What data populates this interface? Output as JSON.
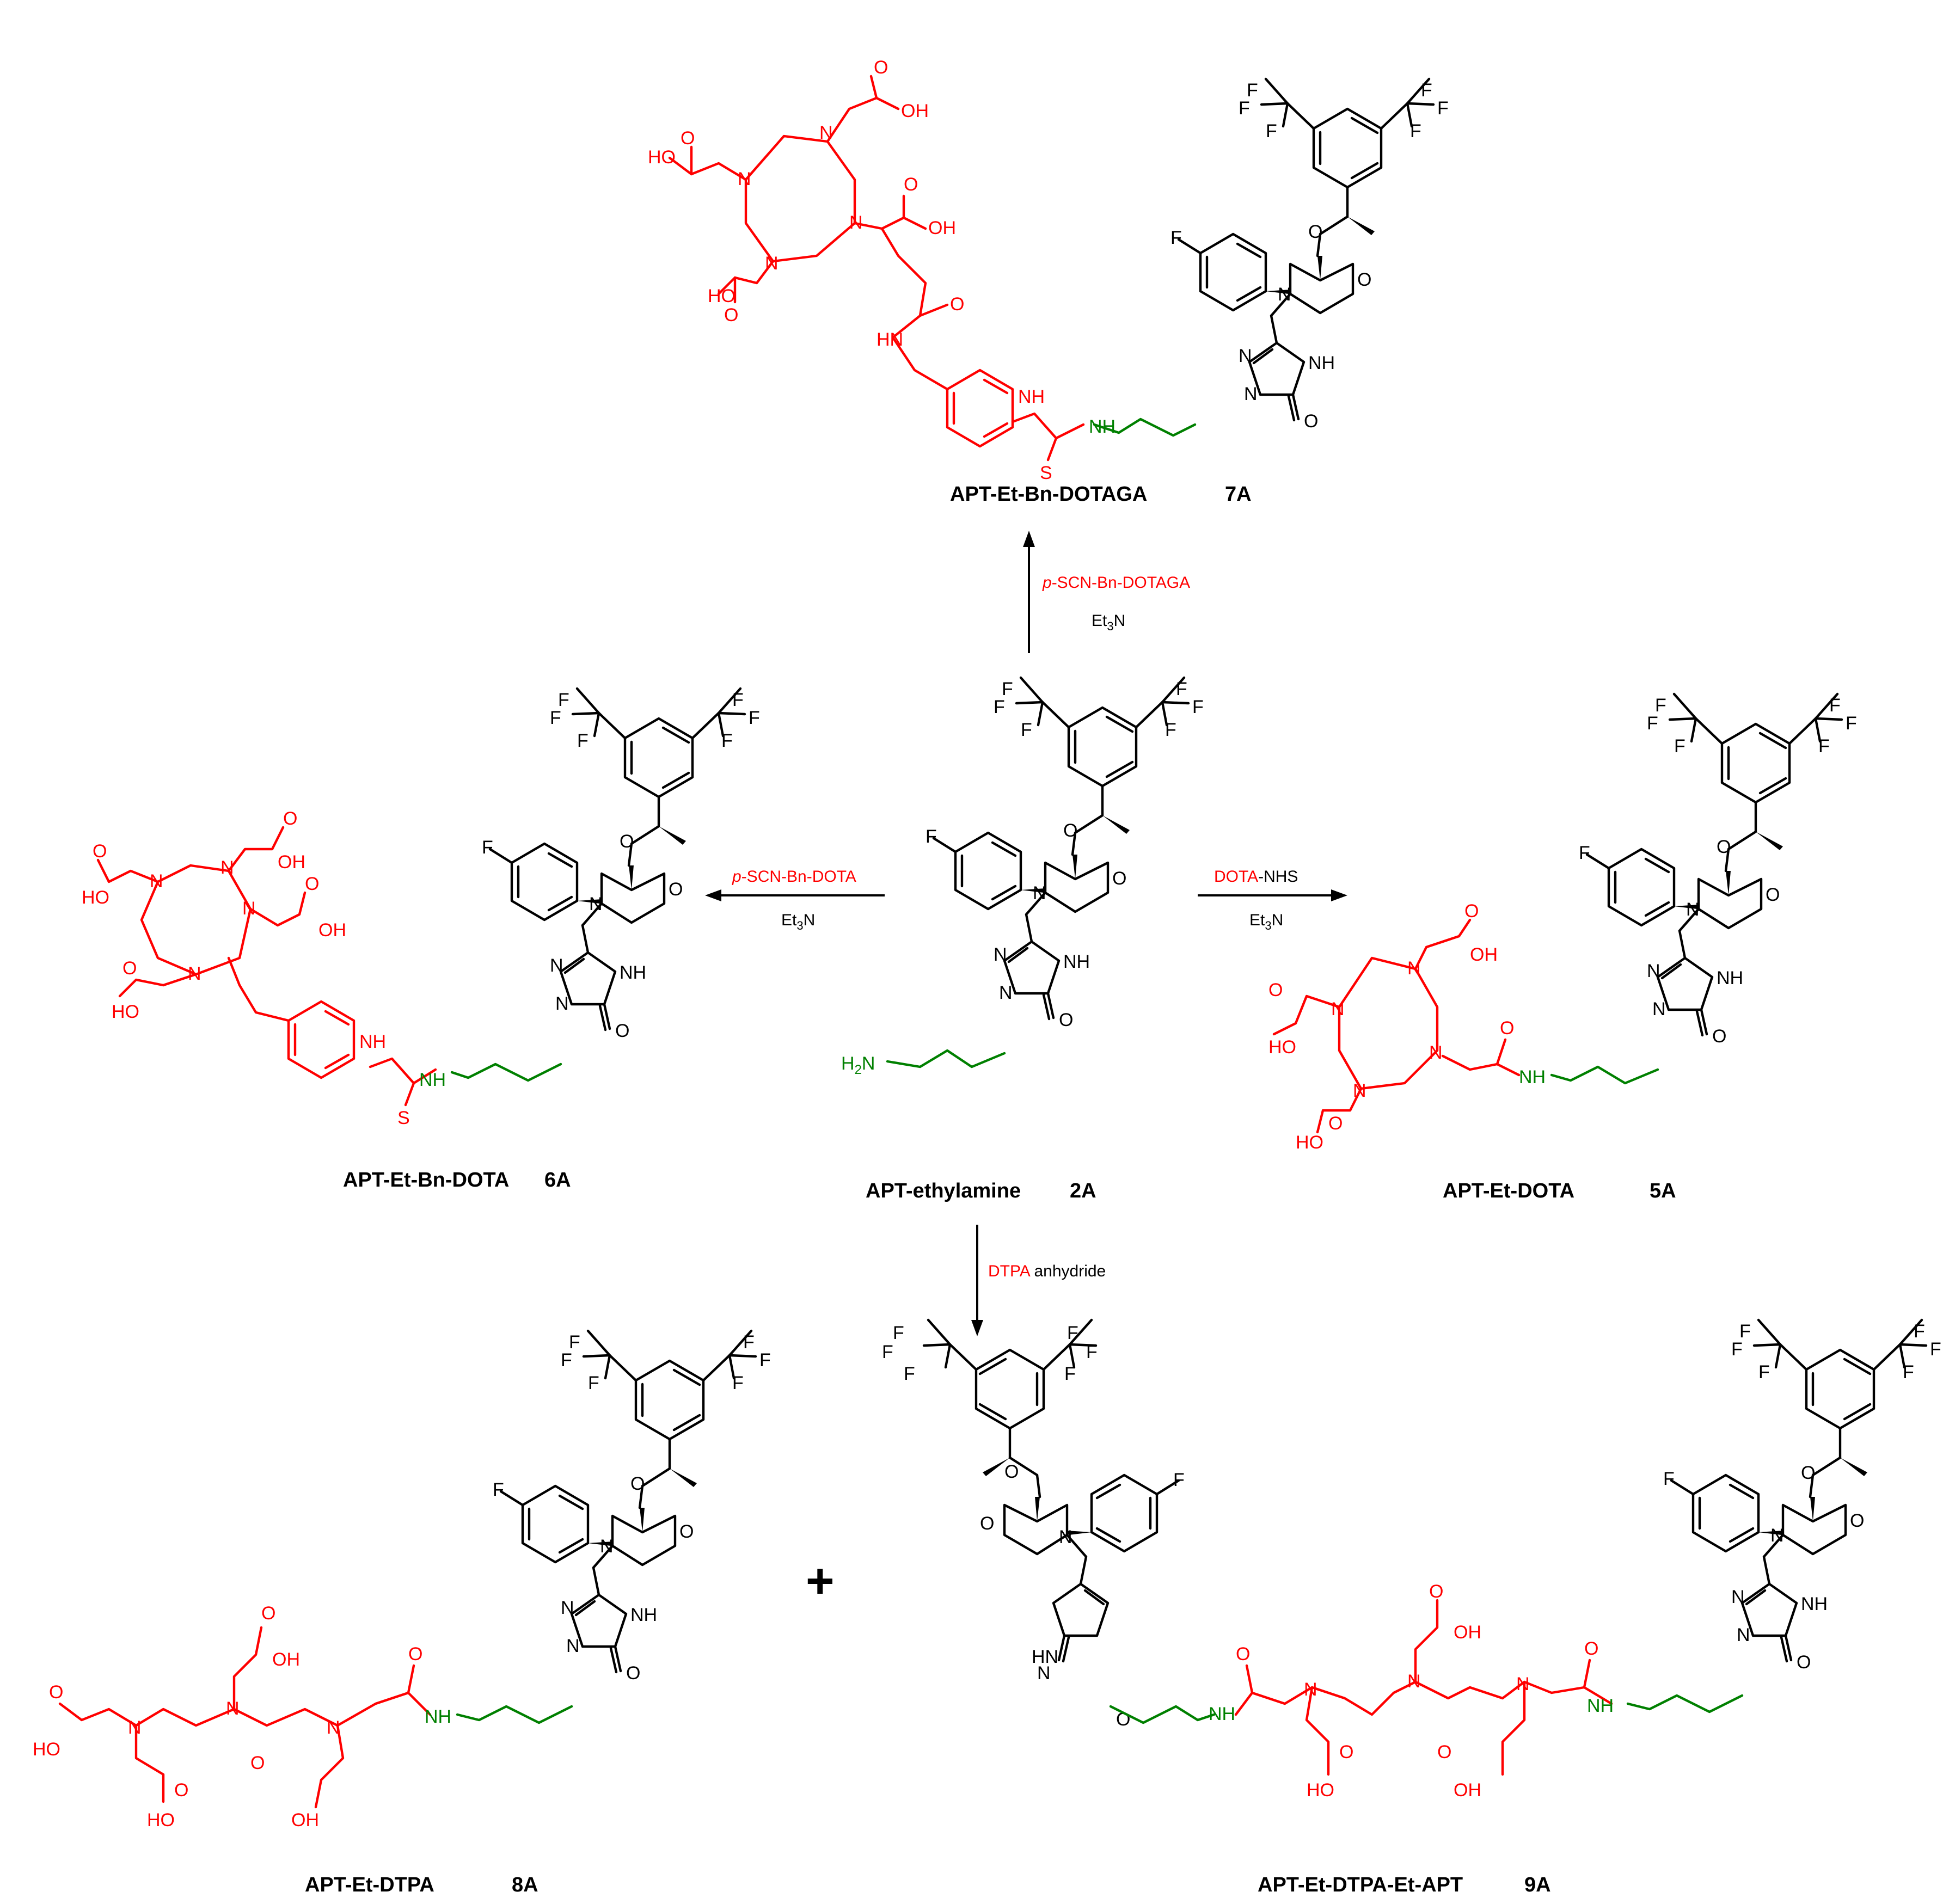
{
  "colors": {
    "chelator": "#ff0000",
    "linker": "#008000",
    "core": "#000000"
  },
  "compounds": [
    {
      "key": "c7A",
      "name": "APT-Et-Bn-DOTAGA",
      "number": "7A"
    },
    {
      "key": "c6A",
      "name": "APT-Et-Bn-DOTA",
      "number": "6A"
    },
    {
      "key": "c2A",
      "name": "APT-ethylamine",
      "number": "2A"
    },
    {
      "key": "c5A",
      "name": "APT-Et-DOTA",
      "number": "5A"
    },
    {
      "key": "c8A",
      "name": "APT-Et-DTPA",
      "number": "8A"
    },
    {
      "key": "c9A",
      "name": "APT-Et-DTPA-Et-APT",
      "number": "9A"
    }
  ],
  "reactions": {
    "to_7A": {
      "prefix": "p",
      "reagent": "-SCN-Bn-DOTAGA",
      "base": "Et",
      "base_sub": "3",
      "base_tail": "N"
    },
    "to_6A": {
      "prefix": "p",
      "reagent": "-SCN-Bn-DOTA",
      "base": "Et",
      "base_sub": "3",
      "base_tail": "N"
    },
    "to_5A": {
      "reagent": "DOTA",
      "reagent_tail": "-NHS",
      "base": "Et",
      "base_sub": "3",
      "base_tail": "N"
    },
    "to_8A_9A": {
      "reagent": "DTPA",
      "reagent_tail": " anhydride"
    }
  },
  "plus_sign": "+",
  "atoms": {
    "F": "F",
    "O": "O",
    "N": "N",
    "NH": "NH",
    "HN": "HN",
    "H2N": "H",
    "H2N_sub": "2",
    "H2N_tail": "N",
    "S": "S",
    "OH": "OH",
    "HO": "HO"
  }
}
